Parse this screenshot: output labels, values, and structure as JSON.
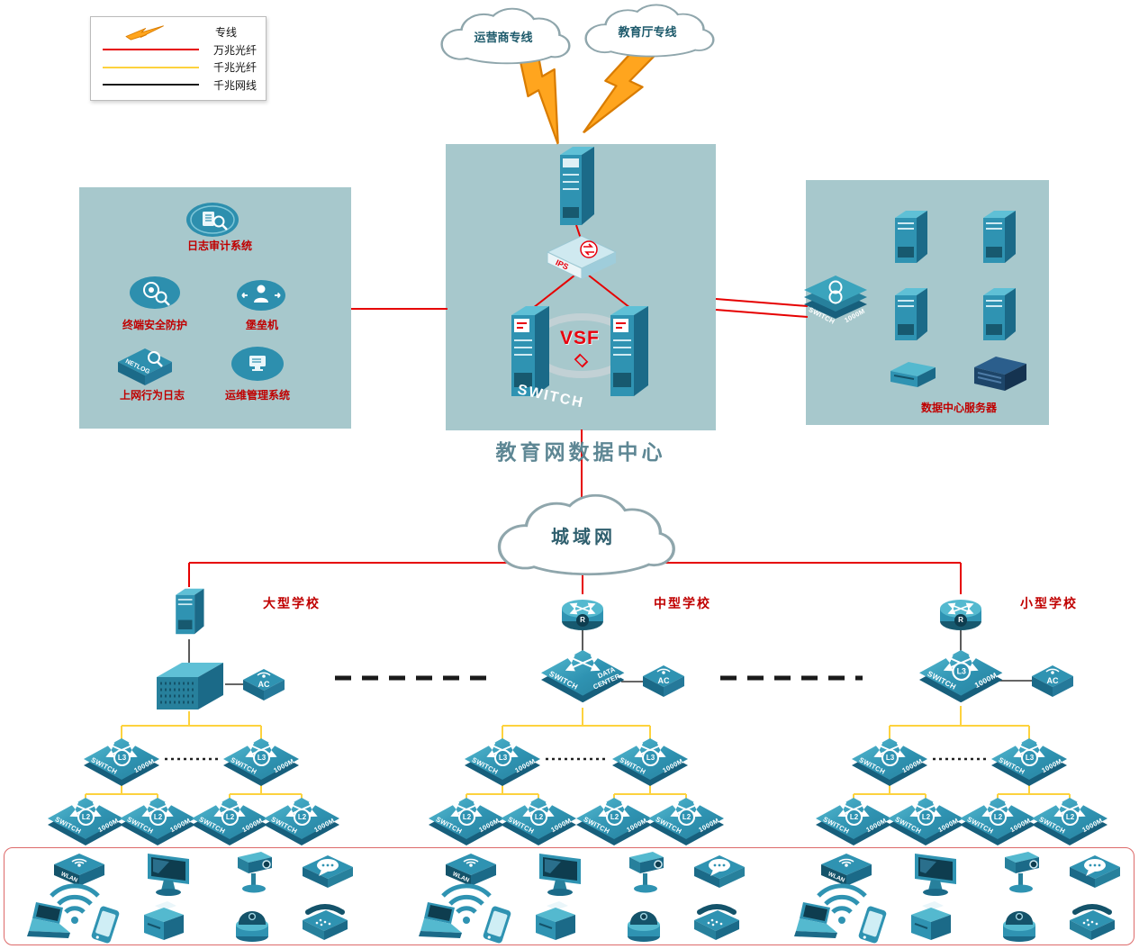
{
  "legend": {
    "items": [
      {
        "label": "专线"
      },
      {
        "label": "万兆光纤"
      },
      {
        "label": "千兆光纤"
      },
      {
        "label": "千兆网线"
      }
    ]
  },
  "clouds": {
    "carrier": "运营商专线",
    "education": "教育厅专线",
    "metro": "城域网"
  },
  "data_center": {
    "title": "教育网数据中心",
    "vsf": "VSF",
    "switch": "SWITCH",
    "ips": "IPS"
  },
  "security_zone": {
    "log_audit": "日志审计系统",
    "terminal_security": "终端安全防护",
    "bastion": "堡垒机",
    "behavior_log": "上网行为日志",
    "netlog": "NETLOG",
    "ops": "运维管理系统"
  },
  "server_zone": {
    "title": "数据中心服务器"
  },
  "labels": {
    "switch": "SWITCH",
    "speed": "1000M",
    "l3": "L3",
    "l2": "L2",
    "ac": "AC",
    "r": "R",
    "data": "DATA",
    "center": "CENTER",
    "wlan": "WLAN"
  },
  "schools": [
    {
      "name": "大型学校"
    },
    {
      "name": "中型学校"
    },
    {
      "name": "小型学校"
    }
  ],
  "colors": {
    "zone_bg": "#a7c8cc",
    "device_teal": "#2f93b2",
    "line_red": "#e60000",
    "line_yellow": "#fdd23e",
    "line_black": "#333333",
    "label_red": "#c00000",
    "lightning_orange": "#ffa51e"
  }
}
